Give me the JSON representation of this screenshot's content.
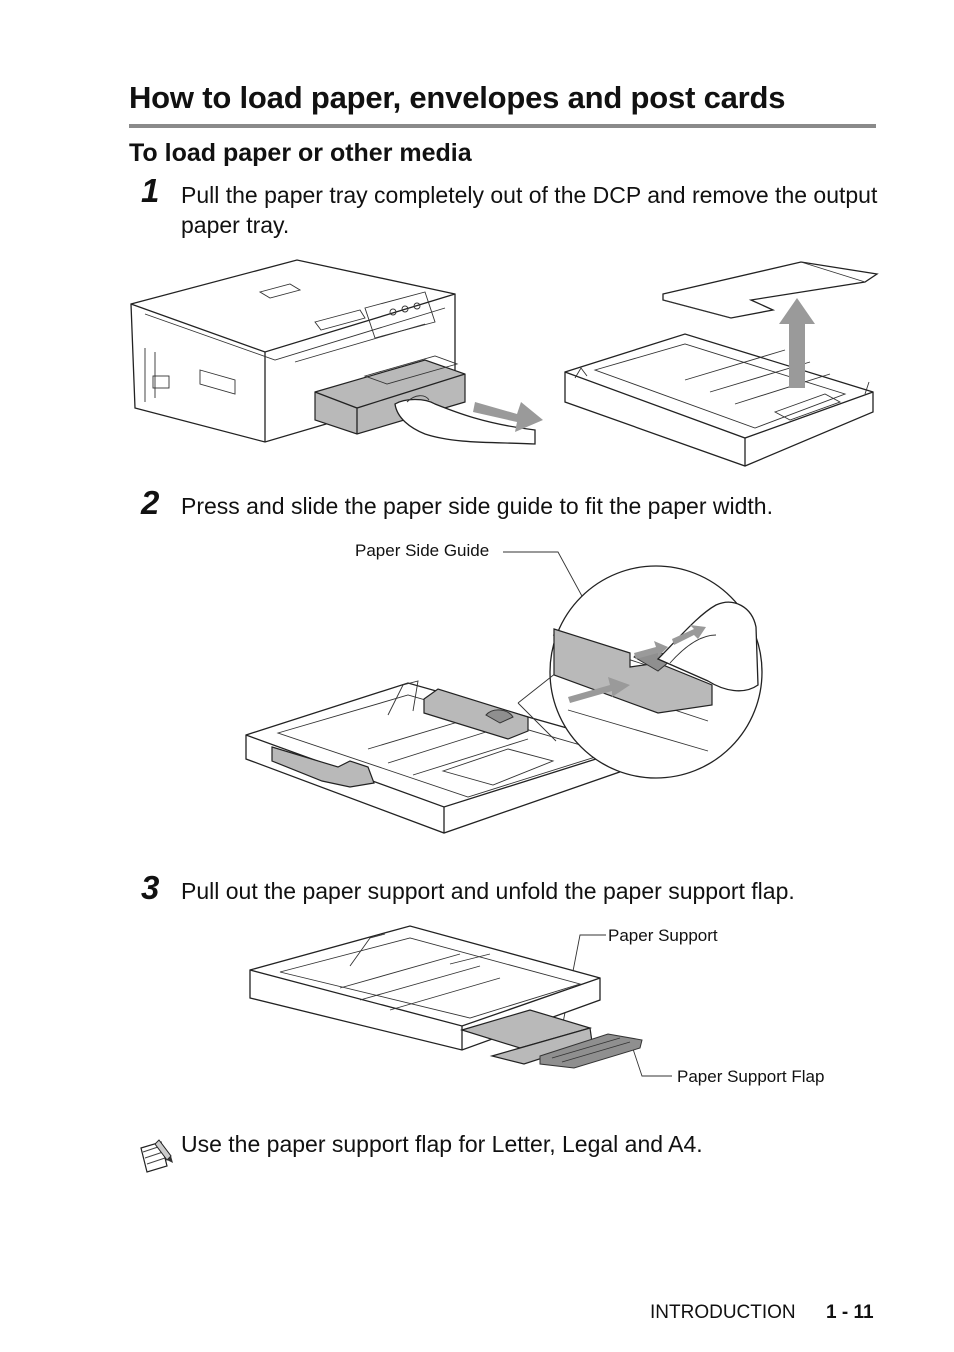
{
  "page": {
    "title": "How to load paper, envelopes and post cards",
    "subtitle": "To load paper or other media"
  },
  "steps": [
    {
      "number": "1",
      "text": "Pull the paper tray completely out of the DCP and remove the output paper tray."
    },
    {
      "number": "2",
      "text": "Press and slide the paper side guide to fit the paper width."
    },
    {
      "number": "3",
      "text": "Pull out the paper support and unfold the paper support flap."
    }
  ],
  "labels": {
    "paper_side_guide": "Paper Side Guide",
    "paper_support": "Paper Support",
    "paper_support_flap": "Paper Support Flap"
  },
  "note": {
    "icon": "note-icon",
    "text": "Use the paper support flap for Letter, Legal and A4."
  },
  "footer": {
    "section": "INTRODUCTION",
    "page_number": "1 - 11"
  }
}
